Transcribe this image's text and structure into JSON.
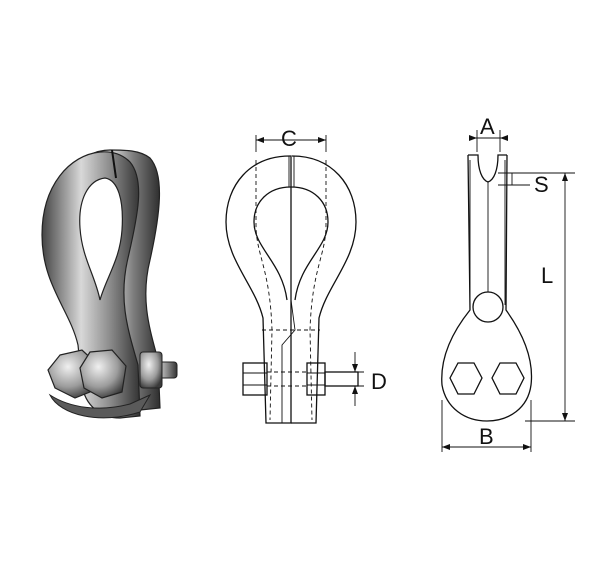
{
  "labels": {
    "c": "C",
    "d": "D",
    "a": "A",
    "s": "S",
    "l": "L",
    "b": "B"
  }
}
